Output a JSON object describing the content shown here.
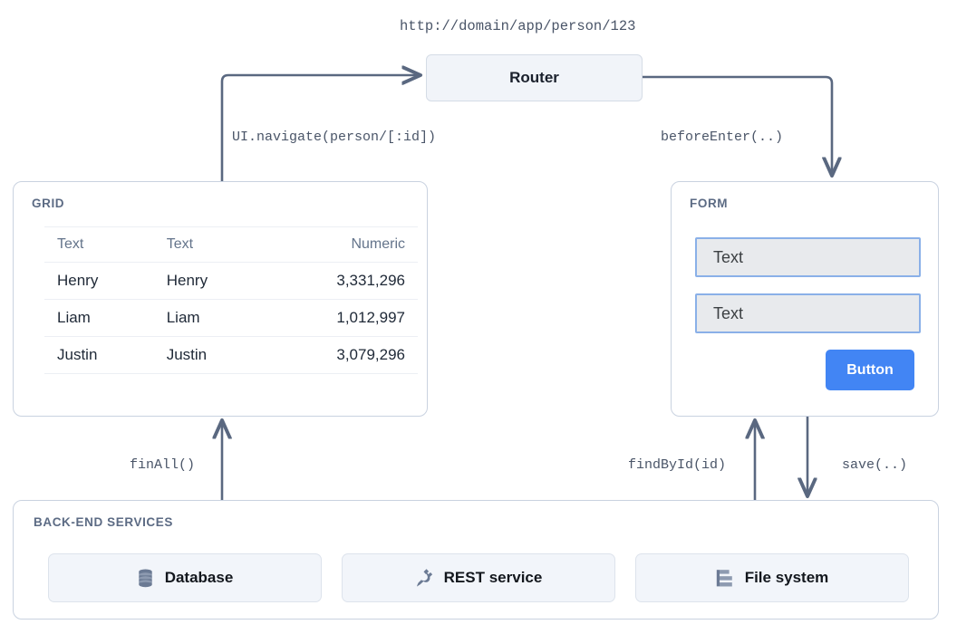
{
  "url_label": "http://domain/app/person/123",
  "router": {
    "label": "Router"
  },
  "edges": {
    "navigate": "UI.navigate(person/[:id])",
    "before_enter": "beforeEnter(..)",
    "fin_all": "finAll()",
    "find_by_id": "findById(id)",
    "save": "save(..)"
  },
  "grid": {
    "title": "GRID",
    "columns": [
      "Text",
      "Text",
      "Numeric"
    ],
    "rows": [
      {
        "c0": "Henry",
        "c1": "Henry",
        "c2": "3,331,296"
      },
      {
        "c0": "Liam",
        "c1": "Liam",
        "c2": "1,012,997"
      },
      {
        "c0": "Justin",
        "c1": "Justin",
        "c2": "3,079,296"
      }
    ]
  },
  "form": {
    "title": "FORM",
    "input1": "Text",
    "input2": "Text",
    "button": "Button"
  },
  "backend": {
    "title": "BACK-END SERVICES",
    "services": [
      {
        "label": "Database",
        "icon": "database-icon"
      },
      {
        "label": "REST service",
        "icon": "plug-icon"
      },
      {
        "label": "File system",
        "icon": "tree-icon"
      }
    ]
  },
  "colors": {
    "accent_blue": "#4285f4",
    "input_border": "#8ab0e8",
    "wire": "#5a6880",
    "panel_border": "#c9d2e0",
    "muted_text": "#5c6b84"
  }
}
